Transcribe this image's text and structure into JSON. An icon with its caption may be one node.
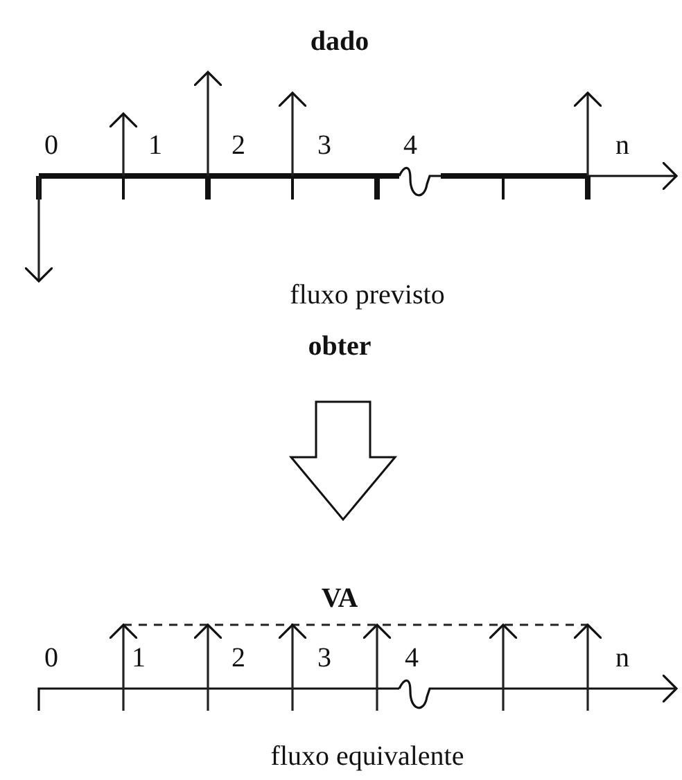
{
  "diagram": {
    "labels": [
      "dado",
      "0",
      "1",
      "2",
      "3",
      "4",
      "n",
      "fluxo previsto",
      "obter",
      "VA",
      "0",
      "1",
      "2",
      "3",
      "4",
      "n",
      "fluxo equivalente"
    ]
  }
}
